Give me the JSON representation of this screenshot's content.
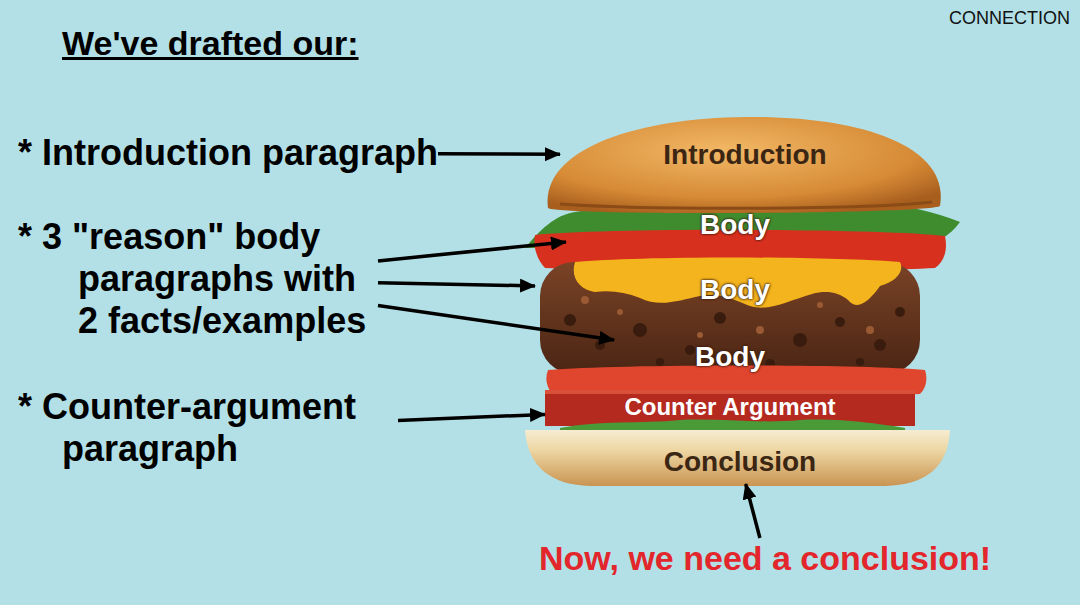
{
  "diagram": {
    "title": "We've drafted our:",
    "nodes": [
      {
        "text": [
          "* Introduction paragraph"
        ]
      },
      {
        "text": [
          "Introduction"
        ]
      },
      {
        "text": [
          "* 3 \"reason\" body paragraphs with 2 facts/examples"
        ]
      },
      {
        "text": [
          "Body"
        ]
      },
      {
        "text": [
          "Body"
        ]
      },
      {
        "text": [
          "Body"
        ]
      },
      {
        "text": [
          "* Counter-argument paragraph"
        ]
      },
      {
        "text": [
          "Counter Argument"
        ]
      },
      {
        "text": [
          "Conclusion"
        ]
      },
      {
        "text": [
          "Now, we need a conclusion!"
        ]
      }
    ],
    "edges": [
      {
        "from": 0,
        "to": 1,
        "arrow": "to"
      },
      {
        "from": 2,
        "to": 3,
        "arrow": "to"
      },
      {
        "from": 2,
        "to": 4,
        "arrow": "to"
      },
      {
        "from": 2,
        "to": 5,
        "arrow": "to"
      },
      {
        "from": 6,
        "to": 7,
        "arrow": "to"
      },
      {
        "from": 9,
        "to": 8,
        "arrow": "to"
      }
    ],
    "labels": [
      "CONNECTION"
    ]
  }
}
